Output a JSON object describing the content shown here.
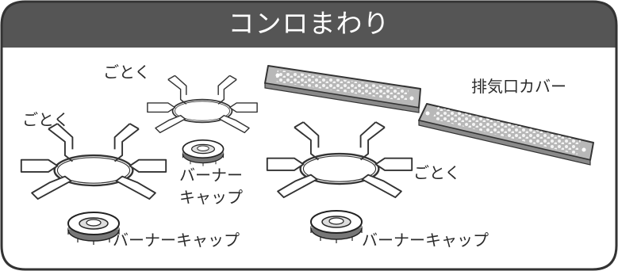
{
  "title": "コンロまわり",
  "labels": {
    "gotoku_top": "ごとく",
    "gotoku_left": "ごとく",
    "gotoku_right": "ごとく",
    "cover": "排気口カバー",
    "cap_mid_line1": "バーナー",
    "cap_mid_line2": "キャップ",
    "cap_left": "バーナーキャップ",
    "cap_right": "バーナーキャップ"
  },
  "colors": {
    "header_bg": "#555555",
    "frame_stroke": "#333333",
    "cover_fill": "#b8b8b8",
    "cover_hole": "#f4f4f4",
    "part_stroke": "#333333"
  }
}
